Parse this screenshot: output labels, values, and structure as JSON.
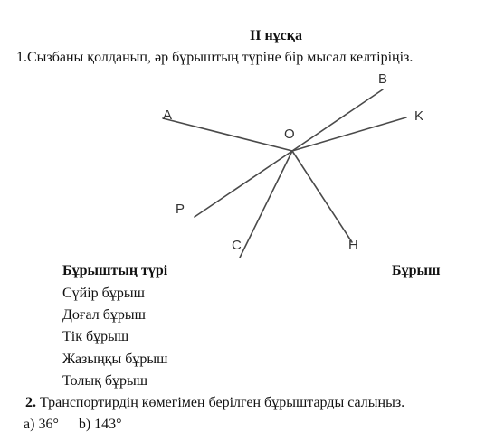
{
  "variant_title": "II нұсқа",
  "task1": {
    "text": "1.Сызбаны қолданып, әр бұрыштың түріне бір мысал келтіріңіз.",
    "diagram": {
      "center_label": "O",
      "ray_labels": [
        "A",
        "B",
        "K",
        "P",
        "C",
        "H"
      ]
    },
    "table": {
      "header_type": "Бұрыштың түрі",
      "header_angle": "Бұрыш",
      "types": [
        "Сүйір бұрыш",
        "Доғал бұрыш",
        "Тік бұрыш",
        "Жазыңқы бұрыш",
        "Толық бұрыш"
      ]
    }
  },
  "task2": {
    "number": "2.",
    "text": "Транспортирдің көмегімен берілген бұрыштарды салыңыз.",
    "items": [
      {
        "label": "a)",
        "value": "36°"
      },
      {
        "label": "b)",
        "value": "143°"
      }
    ]
  }
}
